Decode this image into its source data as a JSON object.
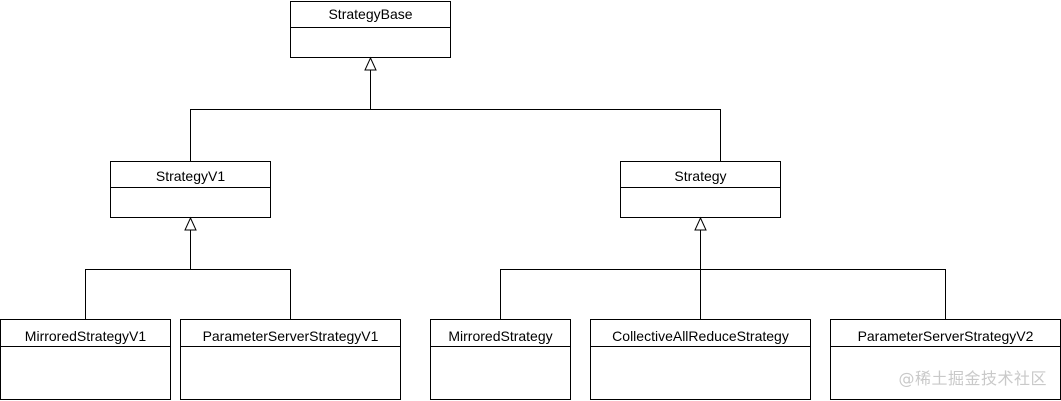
{
  "classes": {
    "strategy_base": "StrategyBase",
    "strategy_v1": "StrategyV1",
    "strategy": "Strategy",
    "mirrored_strategy_v1": "MirroredStrategyV1",
    "parameter_server_strategy_v1": "ParameterServerStrategyV1",
    "mirrored_strategy": "MirroredStrategy",
    "collective_all_reduce_strategy": "CollectiveAllReduceStrategy",
    "parameter_server_strategy_v2": "ParameterServerStrategyV2"
  },
  "watermark": "@稀土掘金技术社区"
}
